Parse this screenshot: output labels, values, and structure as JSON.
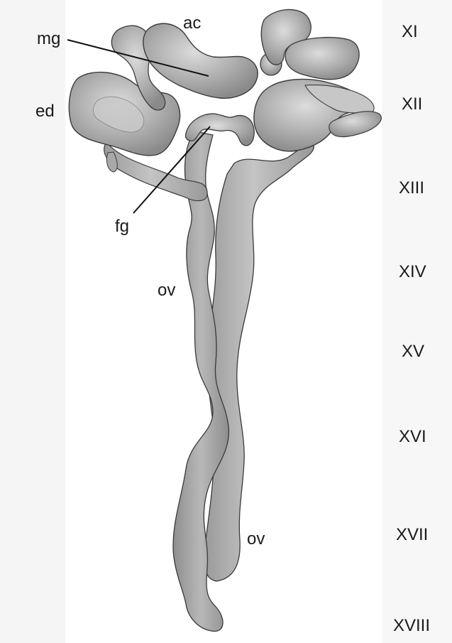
{
  "colors": {
    "background": "#ffffff",
    "left_margin": "#f5f5f5",
    "side_band": "#f7f7f7",
    "organ_fill": "#a6a6a6",
    "organ_dark": "#8c8c8c",
    "organ_light": "#d4d4d4",
    "outline": "#3a3a3a",
    "leader": "#111111",
    "text": "#1a1a1a"
  },
  "labels": {
    "mg": "mg",
    "ac": "ac",
    "ed": "ed",
    "fg": "fg",
    "ov_left": "ov",
    "ov_right": "ov"
  },
  "segments": [
    "XI",
    "XII",
    "XIII",
    "XIV",
    "XV",
    "XVI",
    "XVII",
    "XVIII"
  ]
}
